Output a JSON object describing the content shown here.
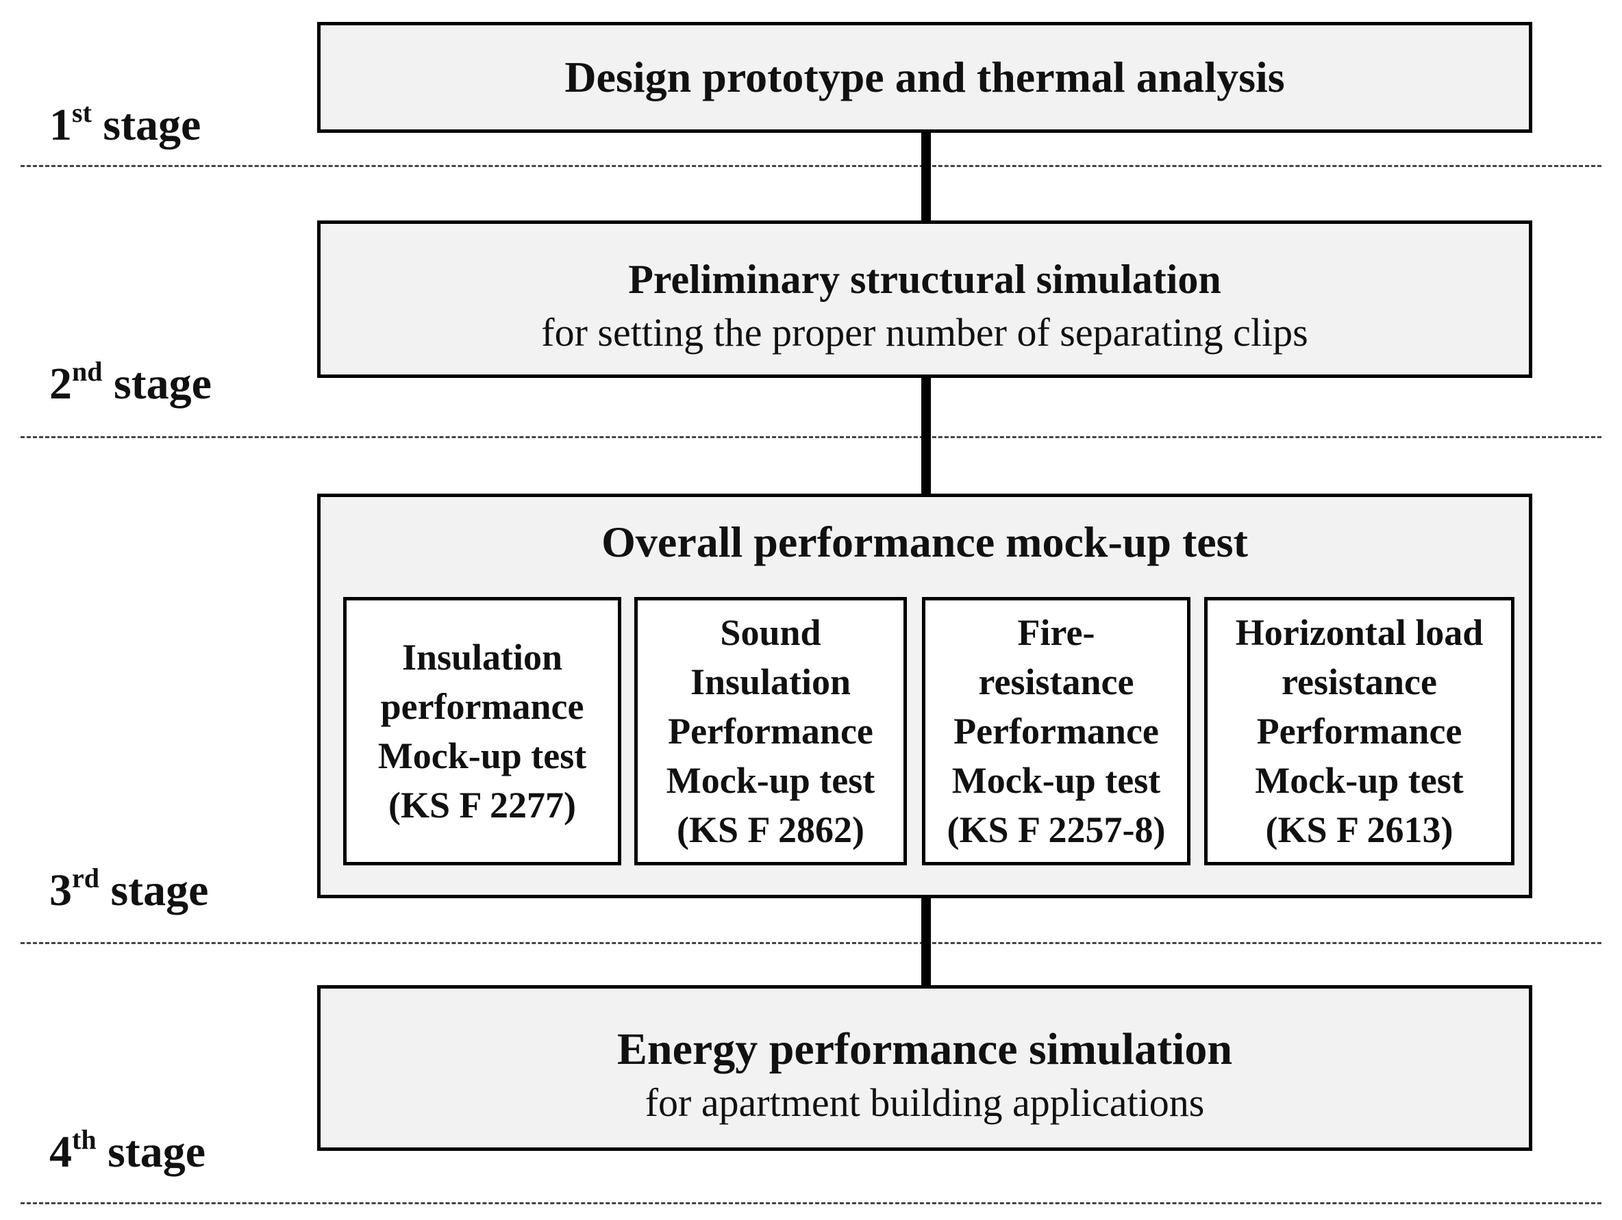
{
  "stages": [
    {
      "number": "1",
      "suffix": "st",
      "word": "stage"
    },
    {
      "number": "2",
      "suffix": "nd",
      "word": "stage"
    },
    {
      "number": "3",
      "suffix": "rd",
      "word": "stage"
    },
    {
      "number": "4",
      "suffix": "th",
      "word": "stage"
    }
  ],
  "boxes": {
    "stage1": {
      "title": "Design prototype and thermal analysis"
    },
    "stage2": {
      "title": "Preliminary structural simulation",
      "subtitle": "for setting the proper number of separating clips"
    },
    "stage3": {
      "title": "Overall performance mock-up test"
    },
    "stage4": {
      "title": "Energy performance simulation",
      "subtitle": "for apartment building applications"
    }
  },
  "tests": [
    {
      "lines": [
        "Insulation",
        "performance",
        "Mock-up test",
        "(KS F 2277)"
      ]
    },
    {
      "lines": [
        "Sound",
        "Insulation",
        "Performance",
        "Mock-up test",
        "(KS F 2862)"
      ]
    },
    {
      "lines": [
        "Fire-",
        "resistance",
        "Performance",
        "Mock-up test",
        "(KS F 2257-8)"
      ]
    },
    {
      "lines": [
        "Horizontal load",
        "resistance",
        "Performance",
        "Mock-up test",
        "(KS F 2613)"
      ]
    }
  ]
}
